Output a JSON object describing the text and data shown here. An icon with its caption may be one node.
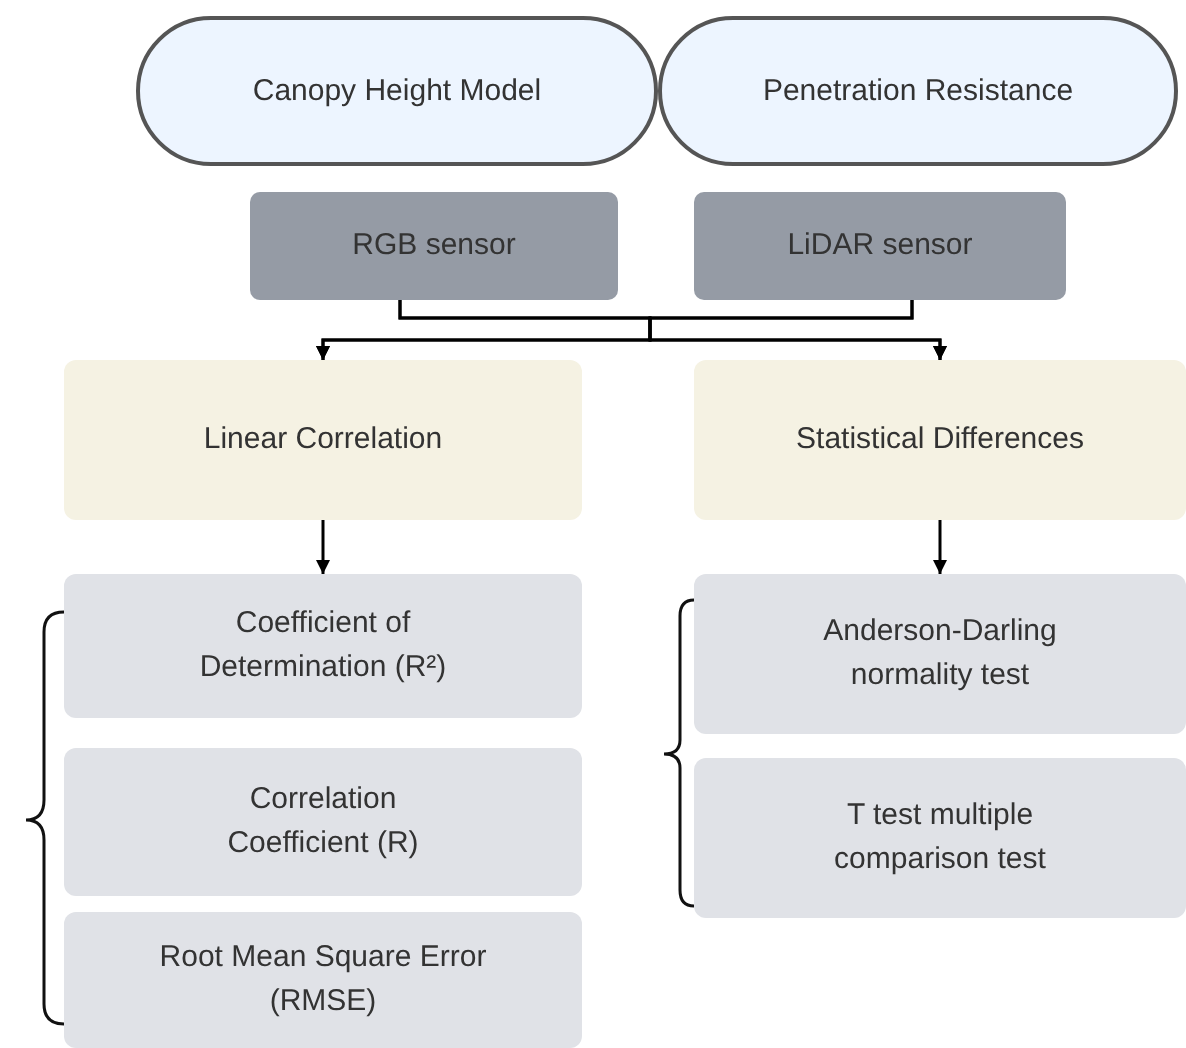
{
  "diagram": {
    "nodes": [
      {
        "text": [
          "Canopy Height Model"
        ]
      },
      {
        "text": [
          "Penetration Resistance"
        ]
      },
      {
        "text": [
          "RGB sensor"
        ]
      },
      {
        "text": [
          "LiDAR sensor"
        ]
      },
      {
        "text": [
          "Linear Correlation"
        ]
      },
      {
        "text": [
          "Statistical Differences"
        ]
      },
      {
        "text": [
          "Coefficient of Determination (R²)"
        ]
      },
      {
        "text": [
          "Correlation Coefficient (R)"
        ]
      },
      {
        "text": [
          "Root Mean Square Error (RMSE)"
        ]
      },
      {
        "text": [
          "Anderson-Darling normality test"
        ]
      },
      {
        "text": [
          "T test multiple comparison test"
        ]
      }
    ],
    "edges": [
      {
        "from": 2,
        "to": 4,
        "arrow": "to"
      },
      {
        "from": 2,
        "to": 5,
        "arrow": "to"
      },
      {
        "from": 3,
        "to": 4,
        "arrow": "to"
      },
      {
        "from": 3,
        "to": 5,
        "arrow": "to"
      },
      {
        "from": 4,
        "to": 6,
        "arrow": "to"
      },
      {
        "from": 5,
        "to": 9,
        "arrow": "to"
      }
    ]
  }
}
